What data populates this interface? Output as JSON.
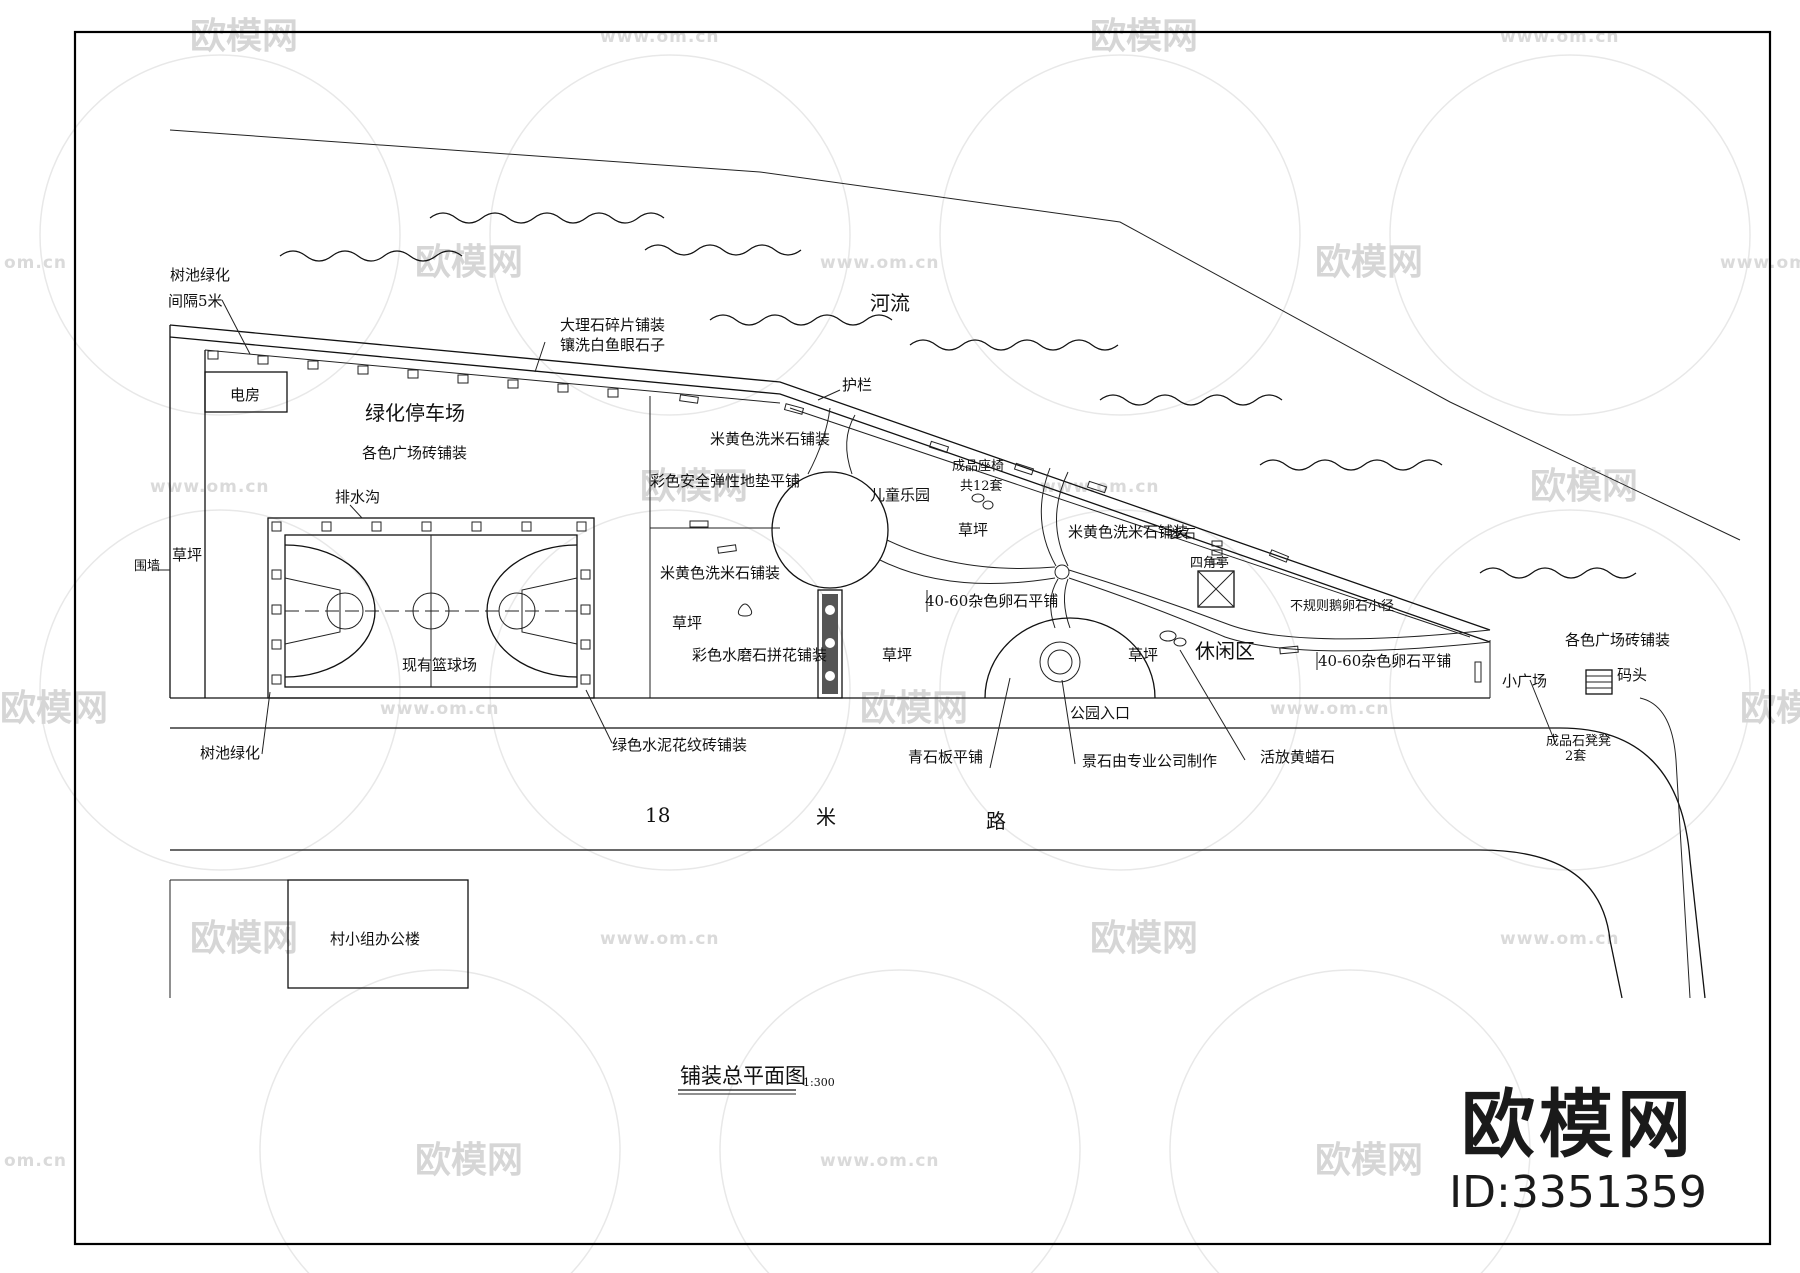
{
  "drawing": {
    "title": "铺装总平面图",
    "scale": "1:300"
  },
  "labels": {
    "river": "河流",
    "marble_paving_1": "大理石碎片铺装",
    "marble_paving_2": "镶洗白鱼眼石子",
    "tree_pool_note_1": "树池绿化",
    "tree_pool_note_2": "间隔5米",
    "power_room": "电房",
    "green_parking": "绿化停车场",
    "plaza_brick": "各色广场砖铺装",
    "drain_ditch": "排水沟",
    "enclosure_wall": "围墙",
    "lawn": "草坪",
    "basketball_court": "现有篮球场",
    "tree_pool_bottom": "树池绿化",
    "green_cement_brick": "绿色水泥花纹砖铺装",
    "railing": "护栏",
    "beige_pebble_1": "米黄色洗米石铺装",
    "color_safety_floor": "彩色安全弹性地垫平铺",
    "beige_pebble_2": "米黄色洗米石铺装",
    "lawn_2": "草坪",
    "color_terrazzo": "彩色水磨石拼花铺装",
    "children_park": "儿童乐园",
    "bench": "成品座椅",
    "bench_count": "共12套",
    "lawn_3": "草坪",
    "gravel_paving_1": "40-60杂色卵石平铺",
    "lawn_4": "草坪",
    "beige_pebble_3": "米黄色洗米石铺装",
    "stepping_stone": "步石",
    "pavilion": "四角亭",
    "irregular_path": "不规则鹅卵石小径",
    "leisure_area": "休闲区",
    "gravel_paving_2": "40-60杂色卵石平铺",
    "lawn_5": "草坪",
    "plaza_brick_2": "各色广场砖铺装",
    "dock": "码头",
    "small_plaza": "小广场",
    "park_entrance": "公园入口",
    "bluestone": "青石板平铺",
    "feature_stone": "景石由专业公司制作",
    "yellow_wax_stone": "活放黄蜡石",
    "finished_stools_1": "成品石凳凳",
    "finished_stools_2": "2套",
    "road_18": "18",
    "road_mi": "米",
    "road_lu": "路",
    "office_building": "村小组办公楼"
  },
  "watermark": {
    "brand": "欧模网",
    "url": "www.om.cn",
    "url_short": "om.cn",
    "id": "ID:3351359"
  }
}
